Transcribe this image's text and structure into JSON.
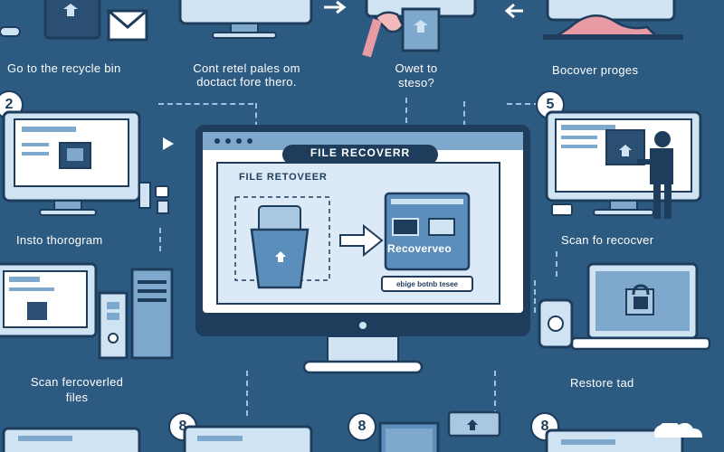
{
  "steps": {
    "go_to_recycle_bin": "Go to the recycle bin",
    "top_middle_left": "Cont retel pales om\ndoctact fore thero.",
    "top_middle_right": "Owet to\nsteso?",
    "top_right": "Bocover proges",
    "left_middle": "Insto thorogram",
    "right_middle": "Scan fo recocver",
    "left_bottom": "Scan fercoverled\nfiles",
    "right_bottom": "Restore tad"
  },
  "badges": {
    "b2": "2",
    "b5": "5",
    "b8a": "8",
    "b8b": "8",
    "b8c": "8"
  },
  "center": {
    "title": "FILE RECOVERR",
    "panel_title": "FILE RETOVEER",
    "result_label": "Recoverveo",
    "action_label": "ebige botnb tesee"
  },
  "colors": {
    "background": "#2d5a80",
    "dark": "#1e3d5c",
    "light": "#cfe3f3",
    "mid": "#7ea9cd",
    "white": "#ffffff"
  }
}
